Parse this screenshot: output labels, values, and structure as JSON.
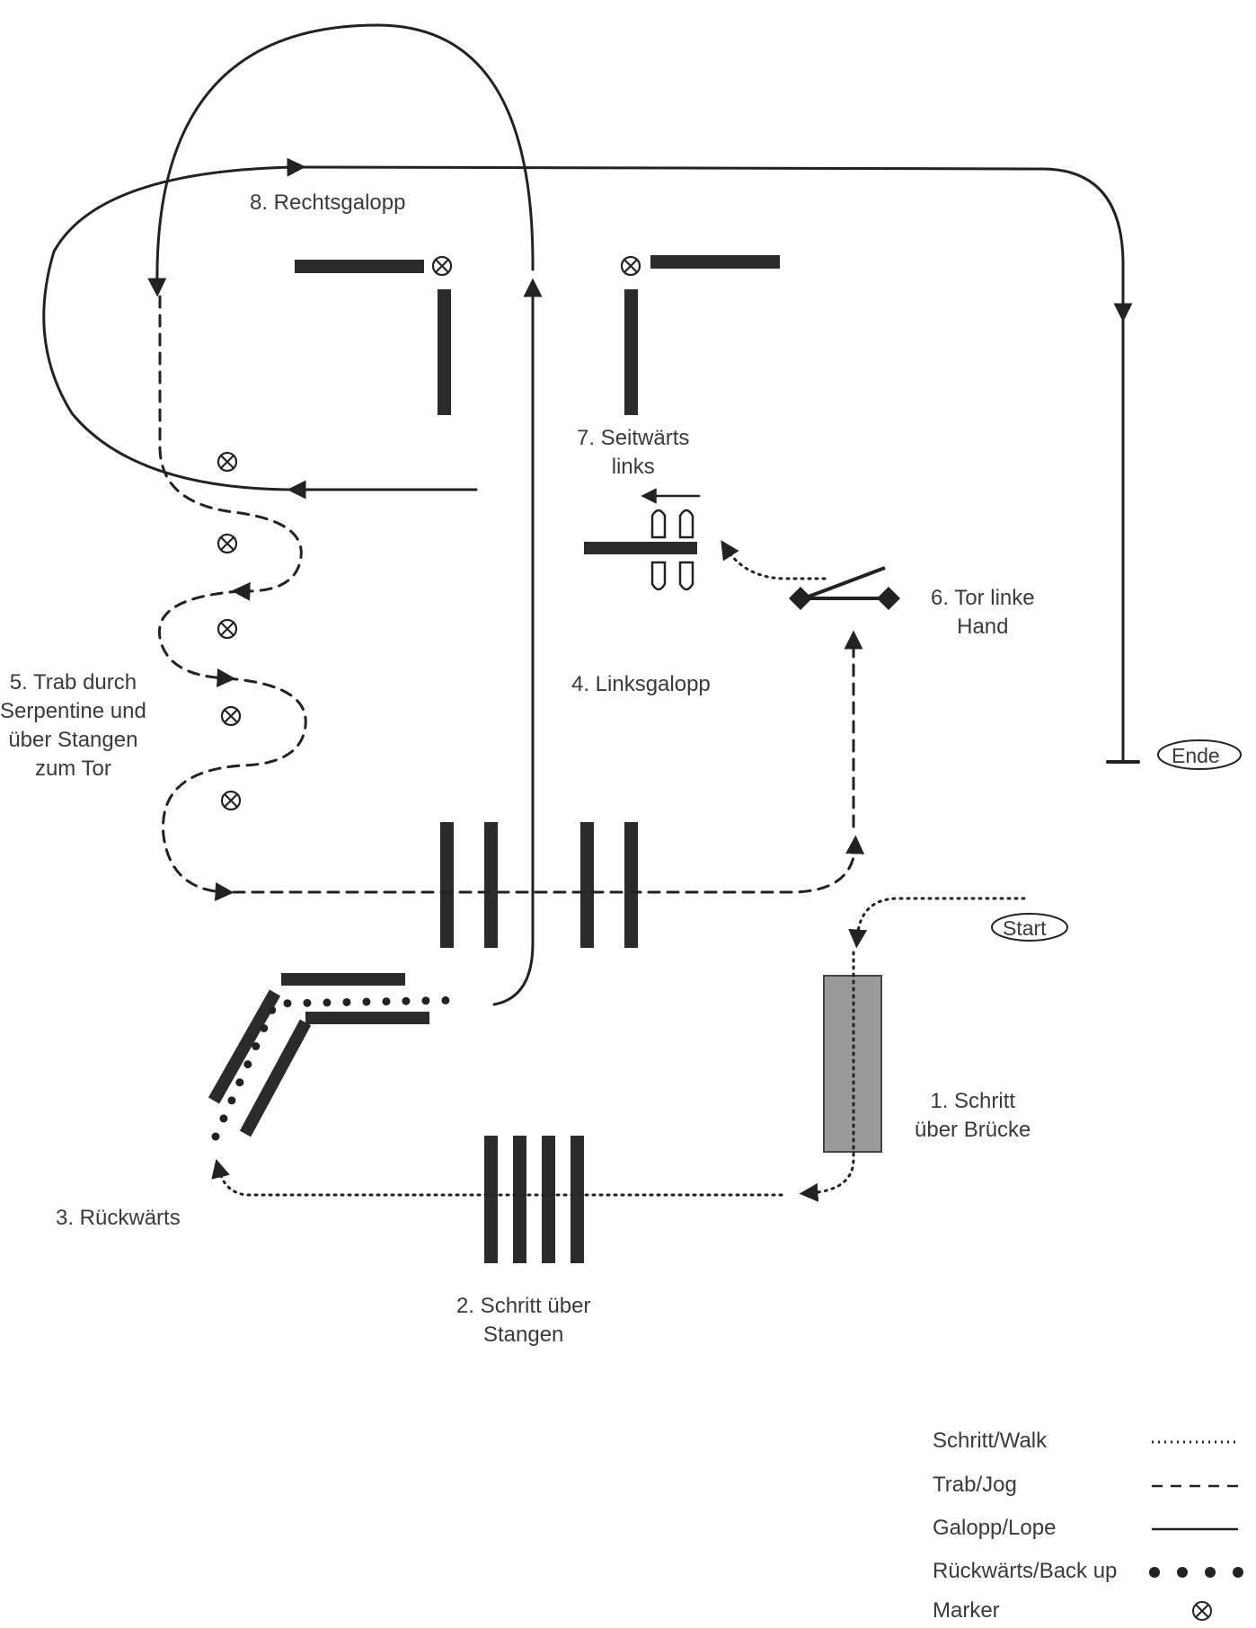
{
  "labels": {
    "step1": "1. Schritt\nüber Brücke",
    "step2": "2. Schritt über\nStangen",
    "step3": "3. Rückwärts",
    "step4": "4. Linksgalopp",
    "step5": "5. Trab durch\nSerpentine und\nüber Stangen\nzum Tor",
    "step6": "6. Tor linke\nHand",
    "step7": "7. Seitwärts\nlinks",
    "step8": "8. Rechtsgalopp",
    "start": "Start",
    "end": "Ende"
  },
  "legend": {
    "walk": "Schritt/Walk",
    "jog": "Trab/Jog",
    "lope": "Galopp/Lope",
    "backup": "Rückwärts/Back up",
    "marker": "Marker"
  },
  "colors": {
    "ink": "#222222",
    "pole": "#2b2b2b",
    "bridge": "#9a9a9a"
  }
}
